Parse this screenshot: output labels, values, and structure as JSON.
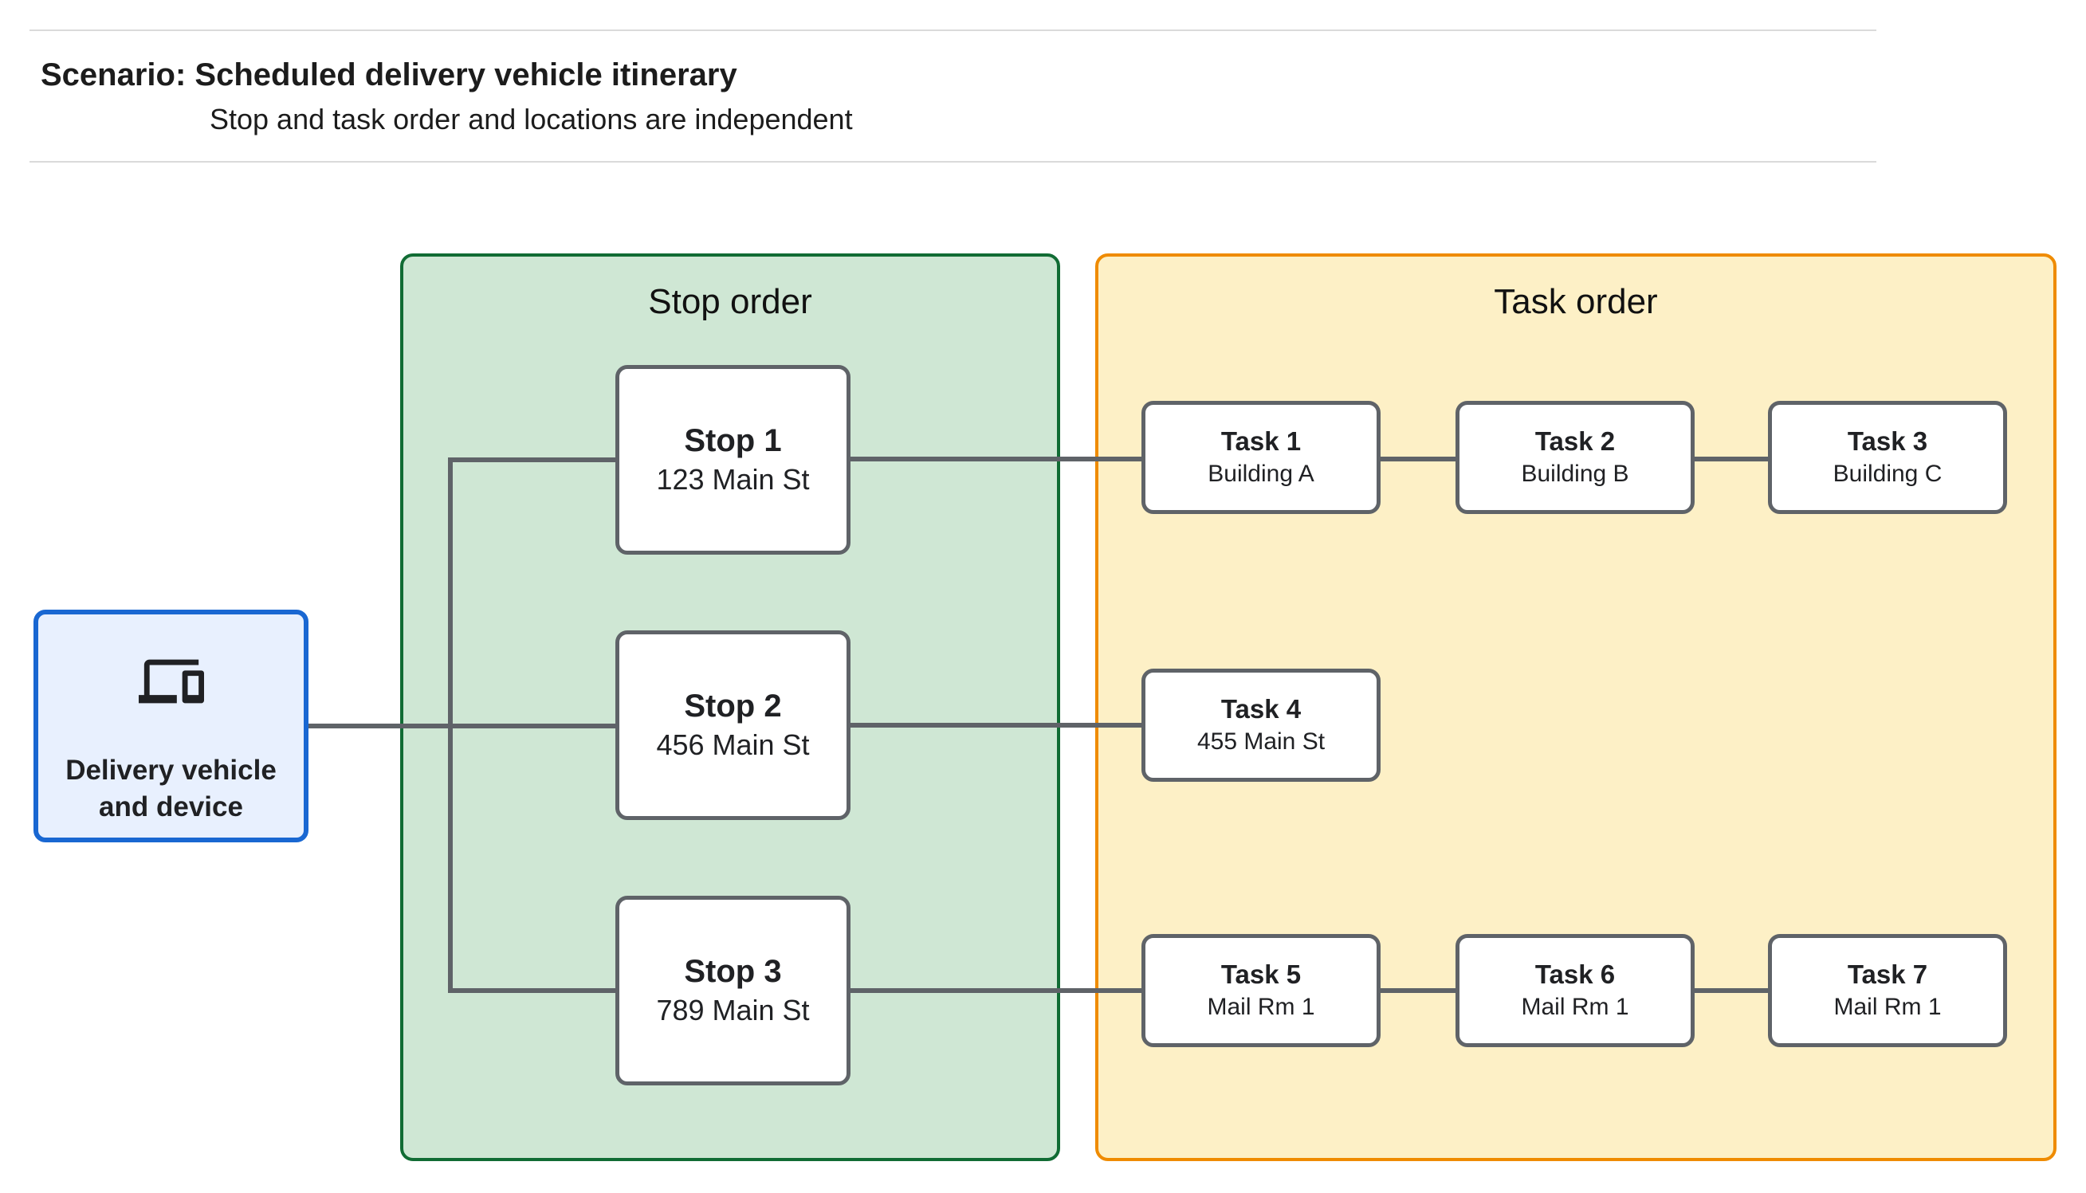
{
  "header": {
    "title": "Scenario: Scheduled delivery vehicle itinerary",
    "subtitle": "Stop and task order and locations are independent"
  },
  "vehicle": {
    "icon": "devices-icon",
    "label_line1": "Delivery vehicle",
    "label_line2": "and device"
  },
  "panels": {
    "stop_order": {
      "title": "Stop order"
    },
    "task_order": {
      "title": "Task order"
    }
  },
  "stops": [
    {
      "id": "stop-1",
      "label": "Stop 1",
      "location": "123 Main St"
    },
    {
      "id": "stop-2",
      "label": "Stop 2",
      "location": "456 Main St"
    },
    {
      "id": "stop-3",
      "label": "Stop 3",
      "location": "789 Main St"
    }
  ],
  "tasks": [
    {
      "id": "task-1",
      "label": "Task 1",
      "location": "Building A"
    },
    {
      "id": "task-2",
      "label": "Task 2",
      "location": "Building B"
    },
    {
      "id": "task-3",
      "label": "Task 3",
      "location": "Building C"
    },
    {
      "id": "task-4",
      "label": "Task 4",
      "location": "455 Main St"
    },
    {
      "id": "task-5",
      "label": "Task 5",
      "location": "Mail Rm 1"
    },
    {
      "id": "task-6",
      "label": "Task 6",
      "location": "Mail Rm 1"
    },
    {
      "id": "task-7",
      "label": "Task 7",
      "location": "Mail Rm 1"
    }
  ],
  "edges": [
    {
      "from": "vehicle",
      "to": "stop-1"
    },
    {
      "from": "vehicle",
      "to": "stop-2"
    },
    {
      "from": "vehicle",
      "to": "stop-3"
    },
    {
      "from": "stop-1",
      "to": "task-1"
    },
    {
      "from": "task-1",
      "to": "task-2"
    },
    {
      "from": "task-2",
      "to": "task-3"
    },
    {
      "from": "stop-2",
      "to": "task-4"
    },
    {
      "from": "stop-3",
      "to": "task-5"
    },
    {
      "from": "task-5",
      "to": "task-6"
    },
    {
      "from": "task-6",
      "to": "task-7"
    }
  ],
  "colors": {
    "green-fill": "#cfe7d4",
    "green-border": "#116c34",
    "yellow-fill": "#fdf0c6",
    "yellow-border": "#ef8b00",
    "blue-fill": "#e8f0fe",
    "blue-border": "#1967d2",
    "node-border": "#5f6368",
    "line": "#5f6368",
    "text": "#202124",
    "rule": "#dadada"
  }
}
